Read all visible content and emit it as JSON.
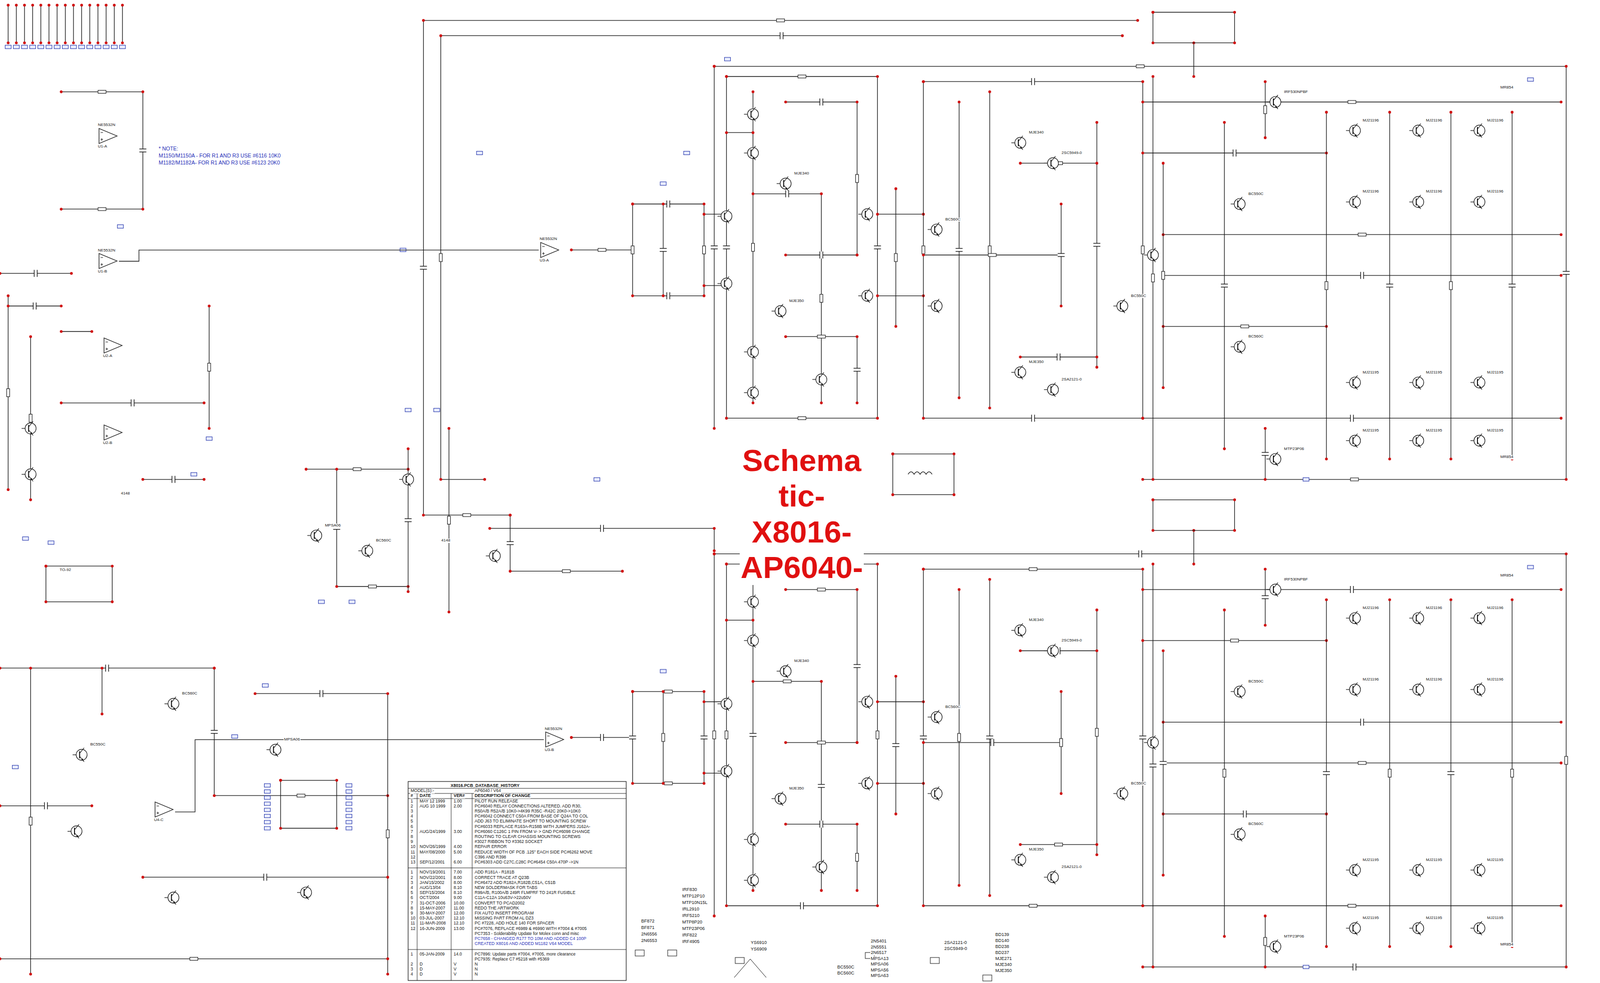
{
  "diagram": {
    "nodes": [
      {
        "text": [
          "NE5532N",
          "U1-A"
        ]
      },
      {
        "text": [
          "NE5532N",
          "U1-B"
        ]
      },
      {
        "text": [
          "U2-A"
        ]
      },
      {
        "text": [
          "U2-B"
        ]
      },
      {
        "text": [
          "NE5532N",
          "U3-A"
        ]
      },
      {
        "text": [
          "NE5532N",
          "U3-B"
        ]
      },
      {
        "text": [
          "U4-C"
        ]
      }
    ],
    "edges": [
      {
        "from": 1,
        "to": 4,
        "arrow": "none"
      },
      {
        "from": 6,
        "to": 5,
        "arrow": "none"
      }
    ],
    "labels": [
      "* NOTE:",
      "M1150/M1150A - FOR R1 AND R3 USE #6116 10K0",
      "M1182/M1182A- FOR R1 AND R3 USE #6123 20K0",
      "Schematic-X8016-AP6040-",
      "X8016.PCB_DATABASE_HISTORY",
      "MODEL(S):-",
      "AP6040 / V64",
      "#",
      "DATE",
      "VER#",
      "DESCRIPTION OF CHANGE",
      "1",
      "MAY 12 1999",
      "1.00",
      "PILOT RUN RELEASE",
      "2",
      "AUG 10 1999",
      "2.00",
      "PC#6040 RELAY CONNECTIONS ALTERED. ADD R30,",
      "3",
      "R50A/B R52A/B 10K0->4K99 R35C -R42C 20K0->10K0",
      "4",
      "PC#6042 CONNECT C50A FROM BASE OF Q24A TO COL",
      "5",
      "ADD J63 TO ELIMINATE SHORT TO MOUNTING SCREW",
      "6",
      "PC#6033 REPLACE R163A-R158B WITH JUMPERS J162A-",
      "7",
      "AUG/24/1999",
      "3.00",
      "PC#6060 C126C 1 PIN FROM V- > GND PC#6098 CHANGE",
      "8",
      "ROUTING TO CLEAR CHASSIS MOUNTING SCREWS",
      "9",
      "#3027 RIBBON TO #3362 SOCKET",
      "10",
      "NOV/26/1999",
      "4.00",
      "REPAIR ERROR",
      "11",
      "MAY/08/2000",
      "5.00",
      "REDUCE WIDTH OF PCB .125\" EACH SIDE PC#6262 MOVE",
      "12",
      "C396 AND R398",
      "13",
      "SEP/12/2001",
      "6.00",
      "PC#6303 ADD C27C,C28C PC#6454 C50A 470P ->1N",
      "1",
      "NOV/19/2001",
      "7.00",
      "ADD R181A - R181B",
      "2",
      "NOV/22/2001",
      "8.00",
      "CORRECT TRACE AT Q23B",
      "3",
      "JAN/15/2002",
      "8.00",
      "PC#6472 ADD R182A,R182B,C51A, C51B",
      "4",
      "AUG/13/04",
      "8.10",
      "NEW SOLDERMASK FOR TABS",
      "5",
      "SEP/15/2004",
      "8.10",
      "R99A/B, R100A/B 249R FLMPRF TO 241R FUSIBLE",
      "6",
      "OCT/2004",
      "9.00",
      "C11A-C12A 10u63V->22u50V",
      "7",
      "31-OCT-2006",
      "10.00",
      "CONVERT TO PCAD2002",
      "8",
      "15-MAY-2007",
      "11.00",
      "REDO THE ARTWORK",
      "9",
      "30-MAY-2007",
      "12.00",
      "FIX AUTO INSERT PROGRAM",
      "10",
      "03-JUL-2007",
      "12.10",
      "MISSING PART FROM AL DZ3",
      "11",
      "11-MAR-2008",
      "12.10",
      "PC #7228, ADD HOLE 140 FOR SPACER",
      "12",
      "16-JUN-2009",
      "13.00",
      "PC#7076, REPLACE #6989 & #6990 WITH #7004 & #7005",
      "PC7353 - Solderability Update for Molex conn and misc",
      "PC7658 - CHANGED R177 TO 10M AND ADDED C4 100P",
      "CREATED X8016 AND ADDED M1182 V64 MODEL",
      "1",
      "05-JAN-2009",
      "14.0",
      "PC7896: Update parts #7004, #7005, more clearance",
      "PC7935: Replace C7 #5218 with #5369",
      "2",
      "D",
      "V",
      "N",
      "3",
      "D",
      "V",
      "N",
      "4",
      "D",
      "V",
      "N",
      "BF872",
      "BF871",
      "2N6556",
      "2N6553",
      "IRF830",
      "MTP12P10",
      "MTP10N15L",
      "IRL2910",
      "IRF5210",
      "MTP8P20",
      "MTP23P06",
      "IRF822",
      "IRF4905",
      "YS6910",
      "YS6909",
      "2N5401",
      "2N5551",
      "2N6517",
      "MPSA13",
      "MPSA06",
      "MPSA56",
      "MPSA63",
      "BC550C",
      "BC560C",
      "2SA2121-0",
      "2SC5949-0",
      "BD139",
      "BD140",
      "BD238",
      "BD237",
      "MJE271",
      "MJE340",
      "MJE350",
      "MJ21196",
      "MJ21196",
      "MJ21196",
      "MJ21196",
      "MJ21196",
      "MJ21196",
      "MJ21195",
      "MJ21195",
      "MJ21195",
      "MJ21195",
      "MJ21195",
      "MJ21195",
      "MJE340",
      "MJE350",
      "MJE340",
      "2SC5949-0",
      "MJE350",
      "2SA2121-0",
      "IRF530NPBF",
      "MTP23P06",
      "BC560C",
      "BC550C",
      "BC560C",
      "BC550C",
      "MR854",
      "MR854",
      "MJ21196",
      "MJ21196",
      "MJ21196",
      "MJ21196",
      "MJ21196",
      "MJ21196",
      "MJ21195",
      "MJ21195",
      "MJ21195",
      "MJ21195",
      "MJ21195",
      "MJ21195",
      "MJE340",
      "MJE350",
      "MJE340",
      "2SC5949-0",
      "MJE350",
      "2SA2121-0",
      "IRF530NPBF",
      "MTP23P06",
      "BC560C",
      "BC550C",
      "BC560C",
      "BC550C",
      "MR854",
      "MR854",
      "MPSA06",
      "BC560C",
      "BC550C",
      "BC560C",
      "MPSA06",
      "TO-92",
      "4148",
      "4148"
    ]
  }
}
